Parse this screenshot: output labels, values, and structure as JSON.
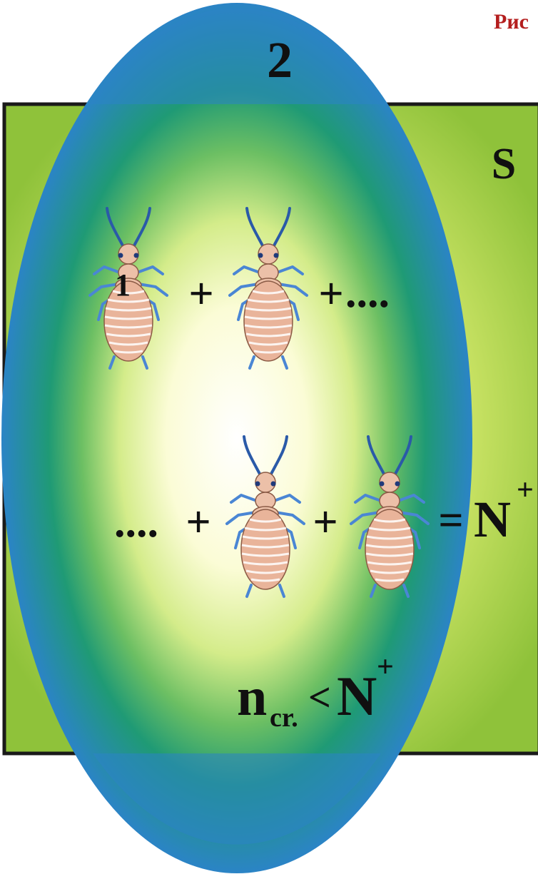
{
  "figure": {
    "caption_fragment": "Рис",
    "ellipse_label": "2",
    "region_label": "S",
    "first_insect_label": "1",
    "operators": {
      "plus": "+",
      "dots": "....",
      "equals": "=",
      "total_symbol": "N",
      "total_superscript": "+"
    },
    "inequality": {
      "lhs": "n",
      "lhs_subscript": "cr.",
      "relation": "<",
      "rhs": "N",
      "rhs_superscript": "+"
    },
    "colors": {
      "square_outer": "#9bc83a",
      "square_inner": "#f2f7c8",
      "ellipse_outer": "#2f7fc8",
      "ellipse_mid": "#1e8f78",
      "ellipse_core": "#fffff2",
      "caption": "#b41e1e",
      "insect_body": "#e9b49a",
      "insect_legs": "#4a86d4"
    }
  }
}
